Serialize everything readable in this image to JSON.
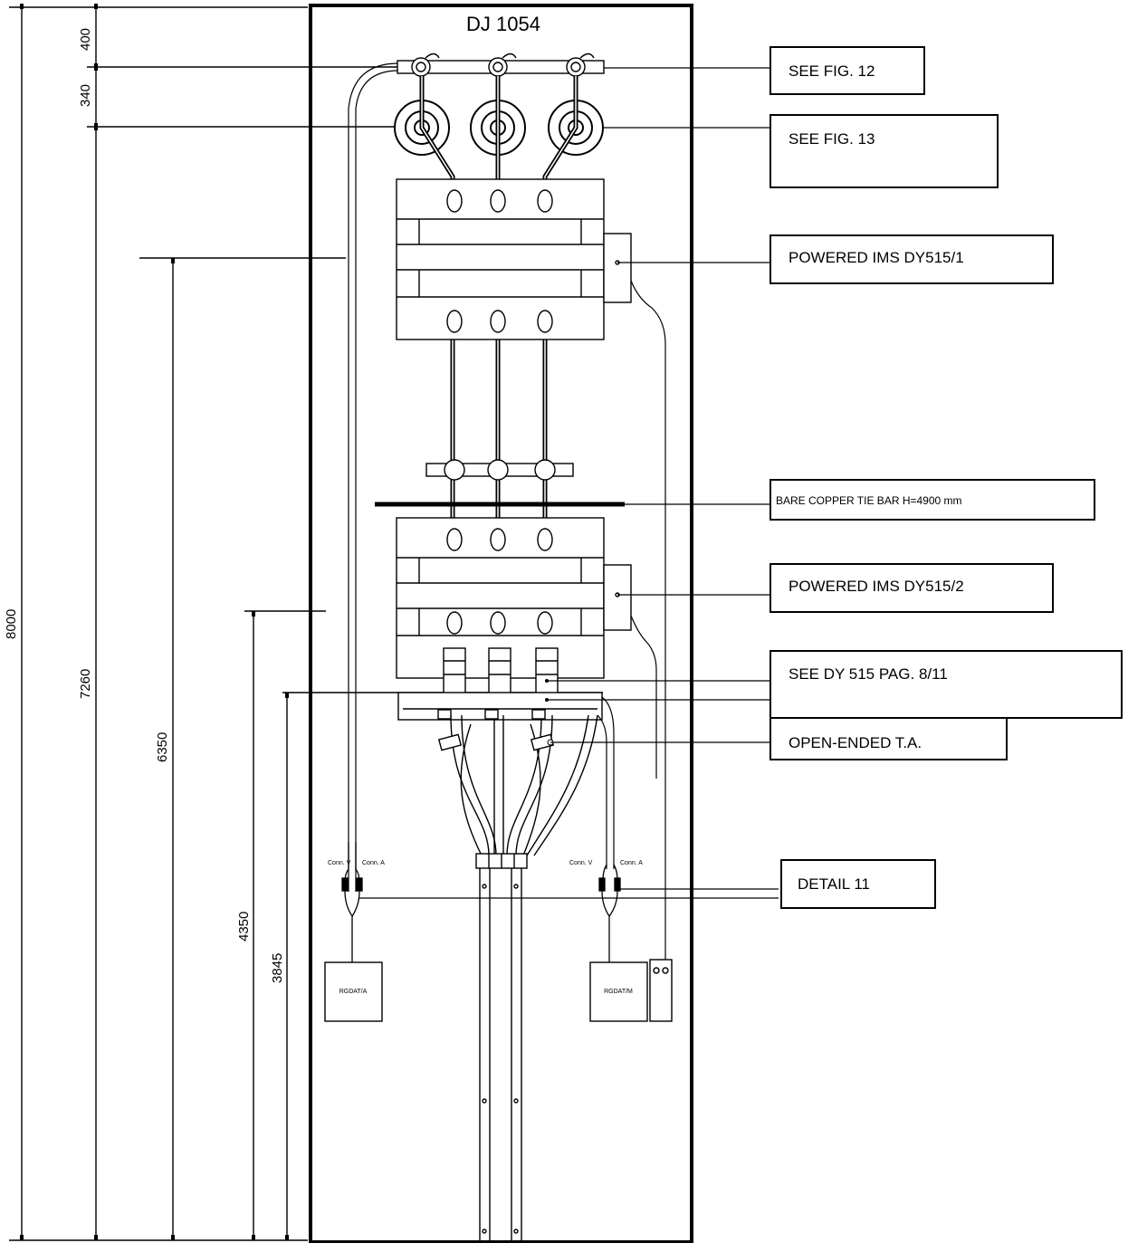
{
  "cabinet": {
    "title": "DJ 1054"
  },
  "dimensions": {
    "overall_height": "8000",
    "top_offset": "400",
    "second_offset": "340",
    "bushing_height": "7260",
    "ims1_height": "6350",
    "ims2_height": "4350",
    "plate_height": "3845"
  },
  "callouts": {
    "fig12": "SEE FIG. 12",
    "fig13": "SEE FIG. 13",
    "ims1": "POWERED IMS DY515/1",
    "tie_bar": "BARE COPPER TIE BAR H=4900 mm",
    "ims2": "POWERED IMS DY515/2",
    "dy515": "SEE DY 515 PAG. 8/11",
    "open_ended": "OPEN-ENDED T.A.",
    "detail11": "DETAIL 11"
  },
  "connectors": {
    "left_v": "Conn. V",
    "left_a": "Conn. A",
    "right_v": "Conn. V",
    "right_a": "Conn. A"
  },
  "boxes": {
    "left": "RGDAT/A",
    "right": "RGDAT/M"
  }
}
